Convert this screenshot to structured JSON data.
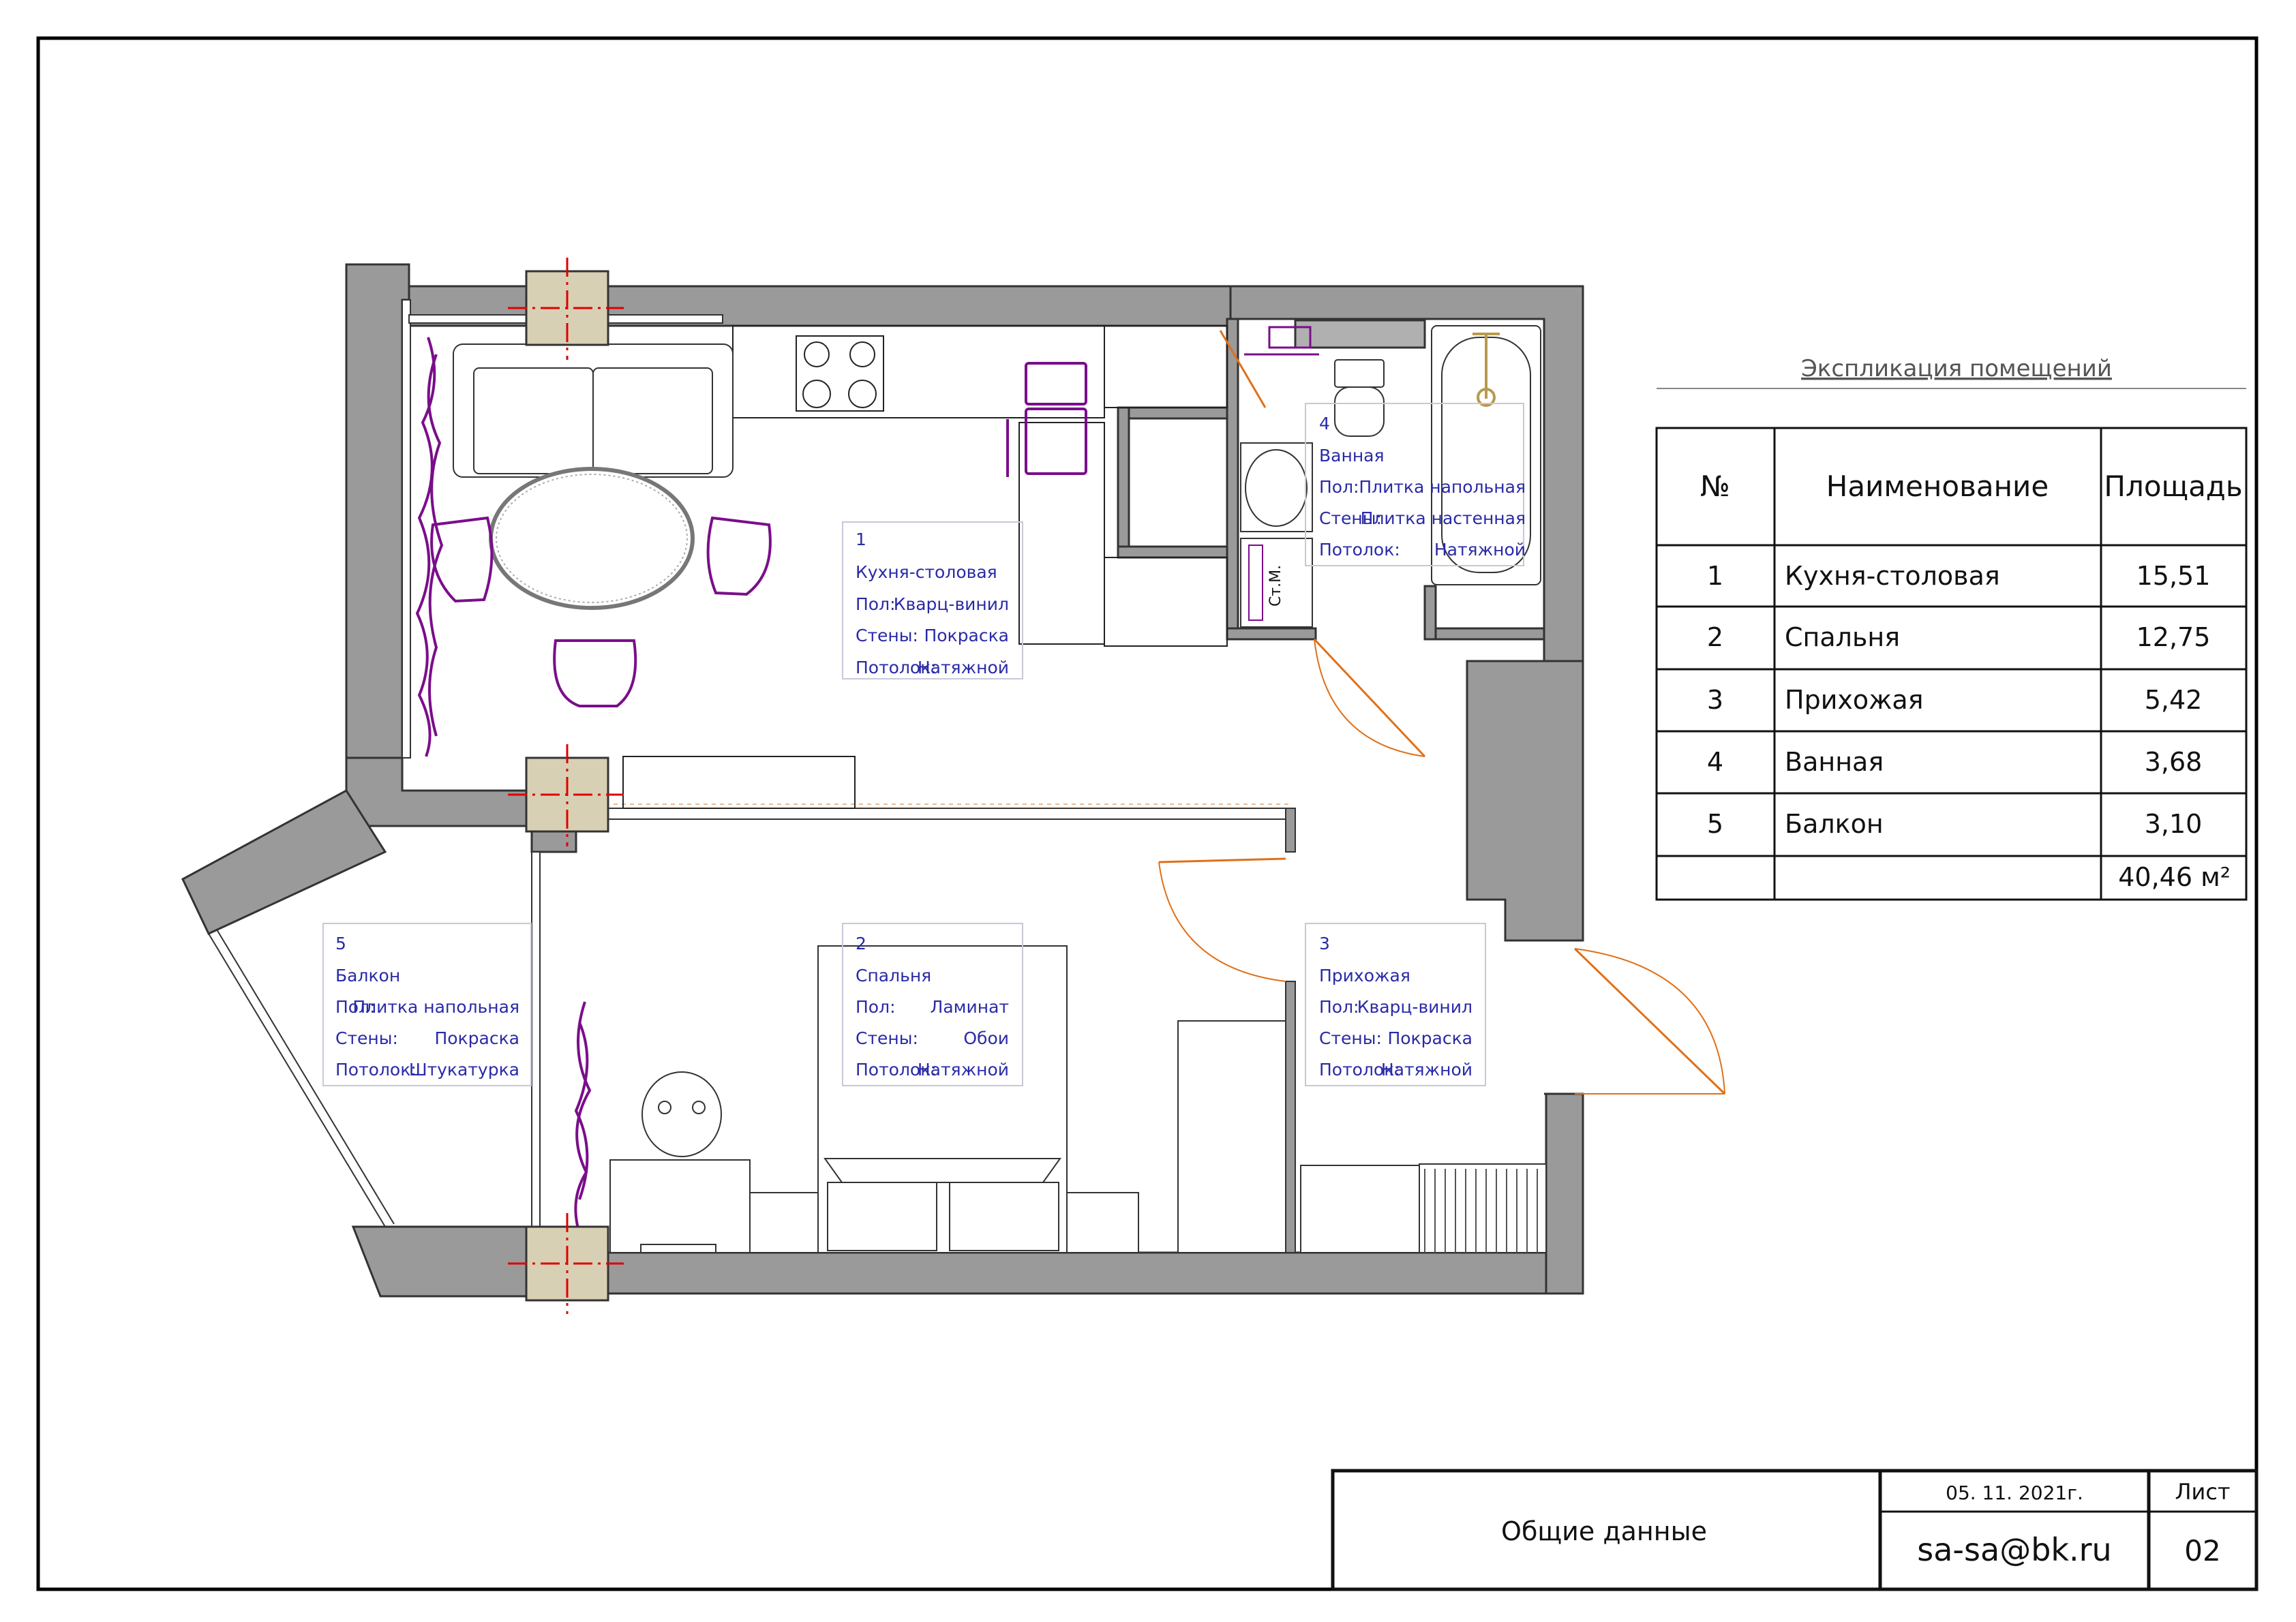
{
  "rooms": [
    {
      "num": "1",
      "name": "Кухня-столовая",
      "floor_label": "Пол:",
      "floor": "Кварц-винил",
      "walls_label": "Стены:",
      "walls": "Покраска",
      "ceiling_label": "Потолок:",
      "ceiling": "Натяжной"
    },
    {
      "num": "2",
      "name": "Спальня",
      "floor_label": "Пол:",
      "floor": "Ламинат",
      "walls_label": "Стены:",
      "walls": "Обои",
      "ceiling_label": "Потолок:",
      "ceiling": "Натяжной"
    },
    {
      "num": "3",
      "name": "Прихожая",
      "floor_label": "Пол:",
      "floor": "Кварц-винил",
      "walls_label": "Стены:",
      "walls": "Покраска",
      "ceiling_label": "Потолок:",
      "ceiling": "Натяжной"
    },
    {
      "num": "4",
      "name": "Ванная",
      "floor_label": "Пол:",
      "floor": "Плитка напольная",
      "walls_label": "Стены:",
      "walls": "Плитка настенная",
      "ceiling_label": "Потолок:",
      "ceiling": "Натяжной"
    },
    {
      "num": "5",
      "name": "Балкон",
      "floor_label": "Пол:",
      "floor": "Плитка напольная",
      "walls_label": "Стены:",
      "walls": "Покраска",
      "ceiling_label": "Потолок:",
      "ceiling": "Штукатурка"
    }
  ],
  "washer_label": "Ст.М.",
  "explication": {
    "title": "Экспликация помещений",
    "headers": [
      "№",
      "Наименование",
      "Площадь"
    ],
    "rows": [
      [
        "1",
        "Кухня-столовая",
        "15,51"
      ],
      [
        "2",
        "Спальня",
        "12,75"
      ],
      [
        "3",
        "Прихожая",
        "5,42"
      ],
      [
        "4",
        "Ванная",
        "3,68"
      ],
      [
        "5",
        "Балкон",
        "3,10"
      ]
    ],
    "total": "40,46 м²"
  },
  "stamp": {
    "title": "Общие данные",
    "date": "05. 11. 2021г.",
    "sheet_label": "Лист",
    "email": "sa-sa@bk.ru",
    "sheet_number": "02"
  },
  "colors": {
    "wall": "#9a9a9a",
    "wall_edge": "#333333",
    "column": "#d8d0b4",
    "axis": "#e00000",
    "door": "#e07018",
    "furniture_accent": "#7a0e8a",
    "label_text": "#2a2aa8",
    "bath_fixture": "#b89a4e"
  }
}
